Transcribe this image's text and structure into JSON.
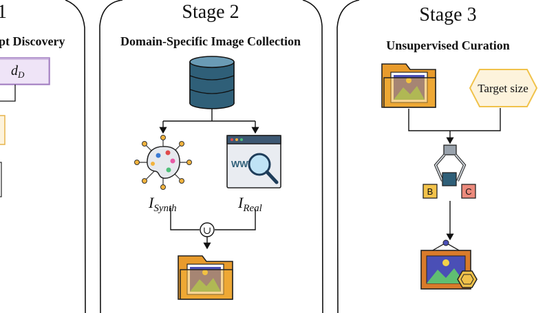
{
  "stage1": {
    "number_fragment": "1",
    "subtitle_fragment": "pt Discovery",
    "box_label_base": "d",
    "box_label_sub": "D"
  },
  "stage2": {
    "title": "Stage 2",
    "subtitle": "Domain-Specific Image Collection",
    "synth_label_base": "I",
    "synth_label_sub": "Synth",
    "real_label_base": "I",
    "real_label_sub": "Real",
    "union_symbol": "∪",
    "browser_text": "WWW"
  },
  "stage3": {
    "title": "Stage 3",
    "subtitle": "Unsupervised Curation",
    "target_label": "Target size",
    "cluster_b": "B",
    "cluster_c": "C"
  },
  "colors": {
    "folder": "#f2b33d",
    "database": "#2f5f78",
    "purple_box": "#a07cc0",
    "yellow_box": "#e6b34a",
    "frame": "#d97b2b",
    "hexagon": "#f0c24a"
  }
}
